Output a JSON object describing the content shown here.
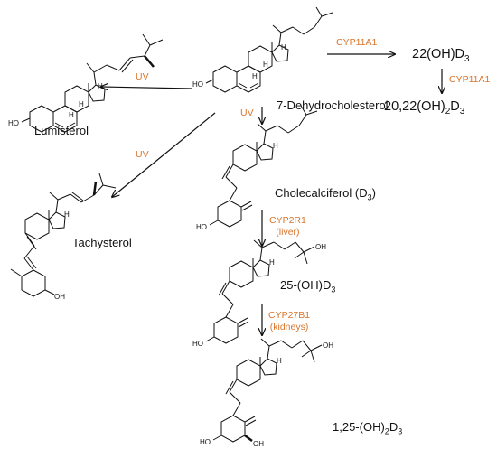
{
  "compounds": {
    "dehydrocholesterol": "7-Dehydrocholesterol",
    "lumisterol": "Lumisterol",
    "tachysterol": "Tachysterol",
    "cholecalciferol": "Cholecalciferol (D",
    "cholecalciferol_sub": "3",
    "cholecalciferol_close": ")",
    "oh22_pre": "22(OH)D",
    "oh22_sub": "3",
    "oh2022_pre": "20,22(OH)",
    "oh2022_sub1": "2",
    "oh2022_mid": "D",
    "oh2022_sub2": "3",
    "oh25_pre": "25-(OH)D",
    "oh25_sub": "3",
    "oh125_pre": "1,25-(OH)",
    "oh125_sub1": "2",
    "oh125_mid": "D",
    "oh125_sub2": "3"
  },
  "enzymes": {
    "uv1": "UV",
    "uv2": "UV",
    "uv3": "UV",
    "cyp11a1_a": "CYP11A1",
    "cyp11a1_b": "CYP11A1",
    "cyp2r1": "CYP2R1",
    "liver": "(liver)",
    "cyp27b1": "CYP27B1",
    "kidneys": "(kidneys)"
  },
  "atoms": {
    "ho": "HO",
    "oh": "OH",
    "h": "H"
  },
  "colors": {
    "enzyme": "#d9752b",
    "text": "#111111",
    "line": "#111111"
  }
}
